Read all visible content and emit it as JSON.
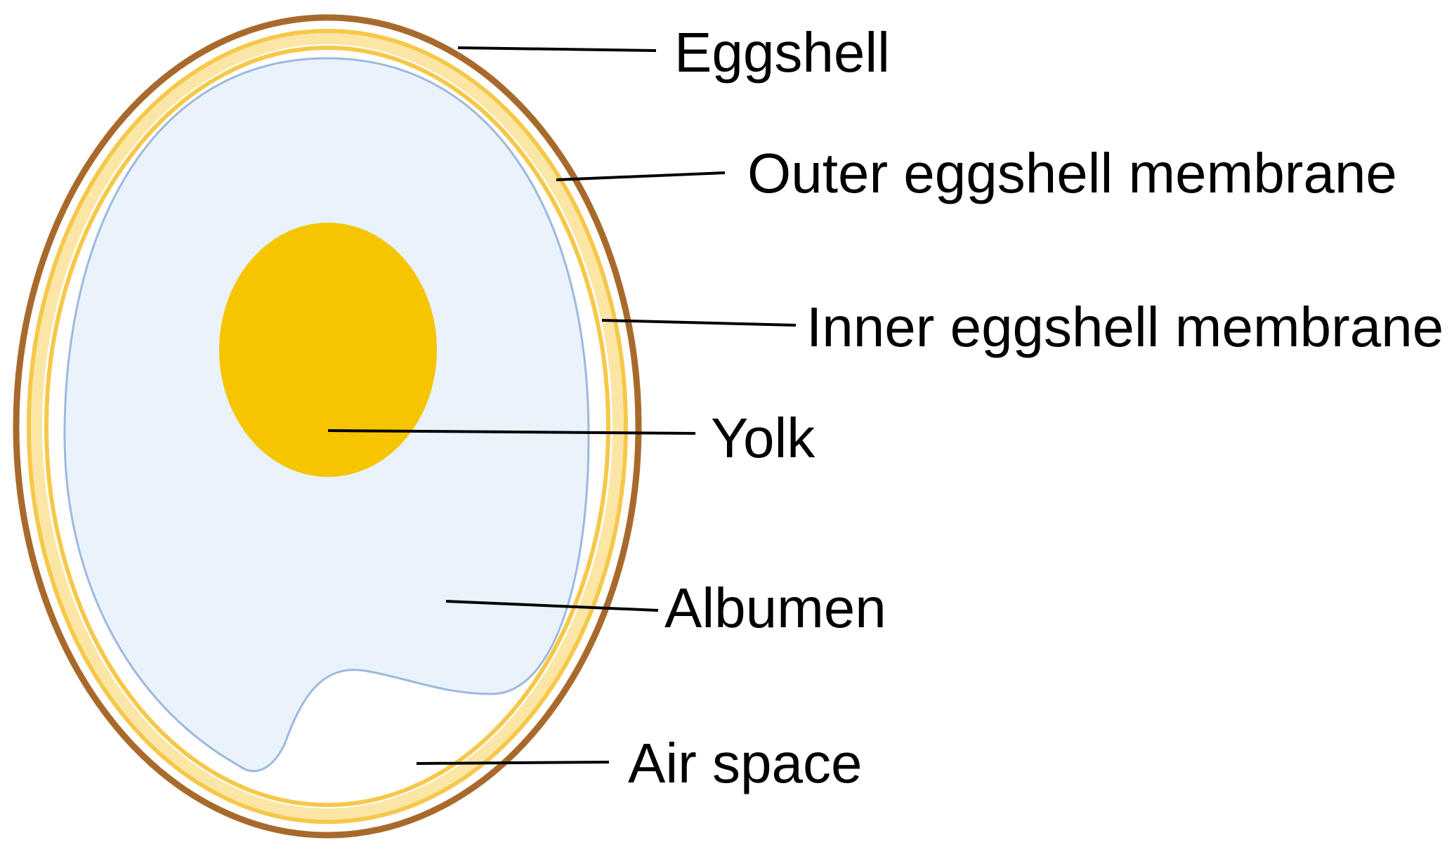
{
  "labels": {
    "eggshell": "Eggshell",
    "outer_membrane": "Outer eggshell membrane",
    "inner_membrane": "Inner eggshell membrane",
    "yolk": "Yolk",
    "albumen": "Albumen",
    "air_space": "Air space"
  },
  "colors": {
    "eggshell": "#A86A2C",
    "membrane_band": "#F6C84A",
    "membrane_fill": "#FCE6A6",
    "albumen_fill": "#EAF3FC",
    "albumen_edge": "#9DB8DE",
    "yolk": "#F4C500",
    "leader_line": "#000000",
    "text": "#000000"
  }
}
